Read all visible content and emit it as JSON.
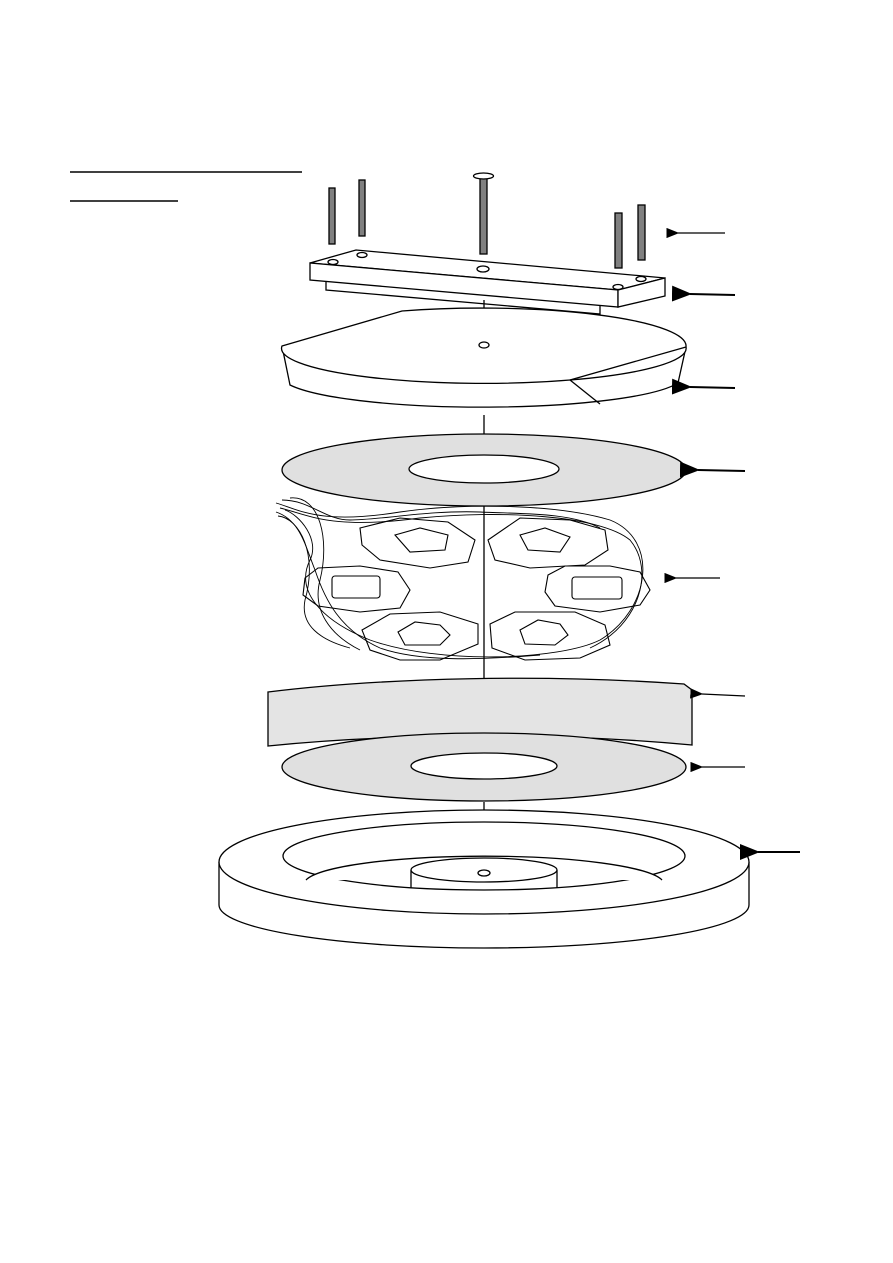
{
  "diagram": {
    "type": "exploded-assembly",
    "colors": {
      "line": "#000000",
      "pin_fill": "#808080",
      "shaded_fill": "#e0e0e0",
      "background": "#ffffff"
    },
    "parts": [
      "pins",
      "bar",
      "top-disk",
      "upper-ring",
      "coils",
      "band",
      "lower-ring",
      "base"
    ]
  }
}
